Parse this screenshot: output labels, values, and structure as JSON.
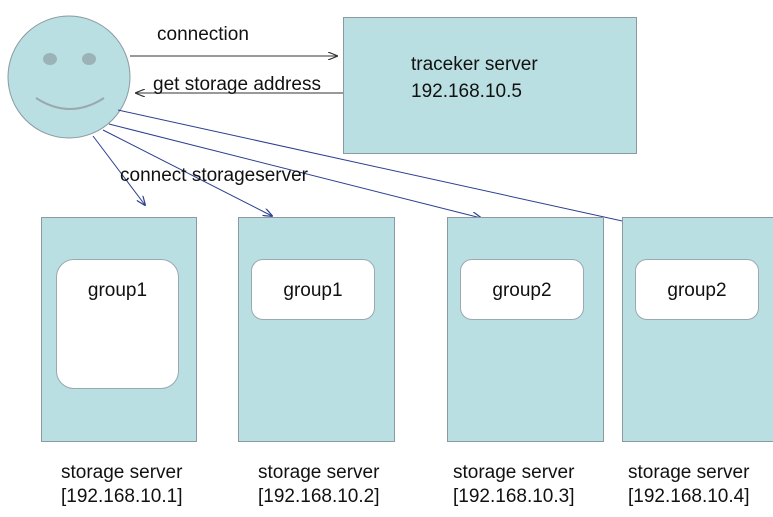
{
  "diagram": {
    "client": {
      "icon": "smiley-face-icon"
    },
    "edges": {
      "connection": "connection",
      "get_storage_address": "get storage address",
      "connect_storageserver": "connect storageserver"
    },
    "tracker": {
      "title": "traceker server",
      "ip": "192.168.10.5"
    },
    "storage_servers": [
      {
        "group": "group1",
        "title": "storage server",
        "ip": "[192.168.10.1]"
      },
      {
        "group": "group1",
        "title": "storage server",
        "ip": "[192.168.10.2]"
      },
      {
        "group": "group2",
        "title": "storage server",
        "ip": "[192.168.10.3]"
      },
      {
        "group": "group2",
        "title": "storage server",
        "ip": "[192.168.10.4]"
      }
    ],
    "colors": {
      "node_fill": "#b9dfe2",
      "arrow_storage": "#2b3f8f",
      "arrow_tracker": "#333333"
    }
  }
}
